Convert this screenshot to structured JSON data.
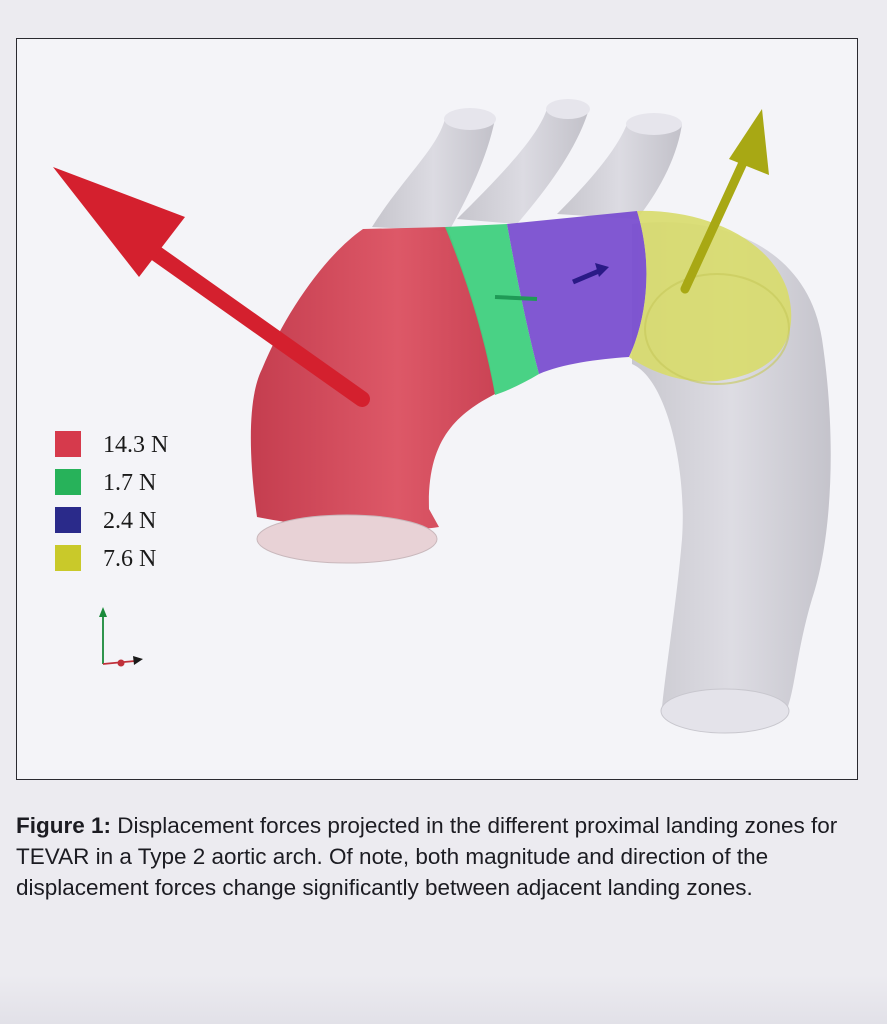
{
  "figure": {
    "legend": [
      {
        "label": "14.3 N",
        "color": "#d63a4c"
      },
      {
        "label": "1.7 N",
        "color": "#27b25a"
      },
      {
        "label": "2.4 N",
        "color": "#2a2a8a"
      },
      {
        "label": "7.6 N",
        "color": "#c9c92a"
      }
    ],
    "zone_colors": {
      "zone_red": "#d9485a",
      "zone_green": "#3fd07e",
      "zone_purple": "#7a4fd0",
      "zone_yellow": "#d8dc6a",
      "vessel_gray": "#d4d3da"
    },
    "arrow_colors": {
      "red": "#d4202e",
      "green": "#1f9a56",
      "purple": "#2a1a86",
      "yellow": "#a8a814"
    }
  },
  "caption": {
    "label": "Figure 1:",
    "text": " Displacement forces projected in the different proximal landing zones for TEVAR in a Type 2 aortic arch. Of note, both magnitude and direction of the displacement forces change significantly between adjacent landing zones."
  }
}
